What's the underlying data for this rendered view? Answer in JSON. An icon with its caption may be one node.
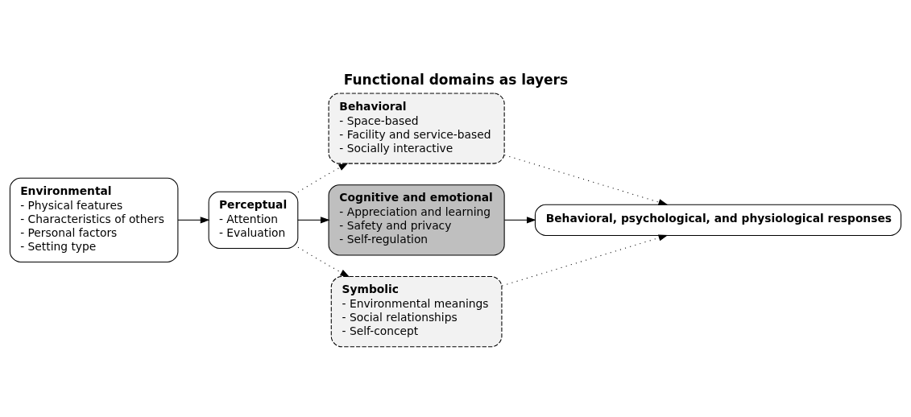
{
  "diagram": {
    "title": "Functional domains as layers",
    "nodes": [
      {
        "text": [
          "Environmental",
          "- Physical features",
          "- Characteristics of others",
          "- Personal factors",
          "- Setting type"
        ]
      },
      {
        "text": [
          "Perceptual",
          "- Attention",
          "- Evaluation"
        ]
      },
      {
        "text": [
          "Behavioral",
          "- Space-based",
          "- Facility and service-based",
          "- Socially interactive"
        ]
      },
      {
        "text": [
          "Cognitive and emotional",
          "- Appreciation and learning",
          "- Safety and privacy",
          "- Self-regulation"
        ]
      },
      {
        "text": [
          "Symbolic",
          "- Environmental meanings",
          "- Social relationships",
          "- Self-concept"
        ]
      },
      {
        "text": [
          "Behavioral, psychological, and physiological responses"
        ]
      }
    ],
    "edges": [
      {
        "from": 0,
        "to": 1,
        "arrow": "to"
      },
      {
        "from": 1,
        "to": 2,
        "arrow": "to",
        "style": "dashed"
      },
      {
        "from": 1,
        "to": 3,
        "arrow": "to"
      },
      {
        "from": 1,
        "to": 4,
        "arrow": "to",
        "style": "dashed"
      },
      {
        "from": 2,
        "to": 5,
        "arrow": "to",
        "style": "dashed"
      },
      {
        "from": 3,
        "to": 5,
        "arrow": "to"
      },
      {
        "from": 4,
        "to": 5,
        "arrow": "to",
        "style": "dashed"
      }
    ]
  }
}
